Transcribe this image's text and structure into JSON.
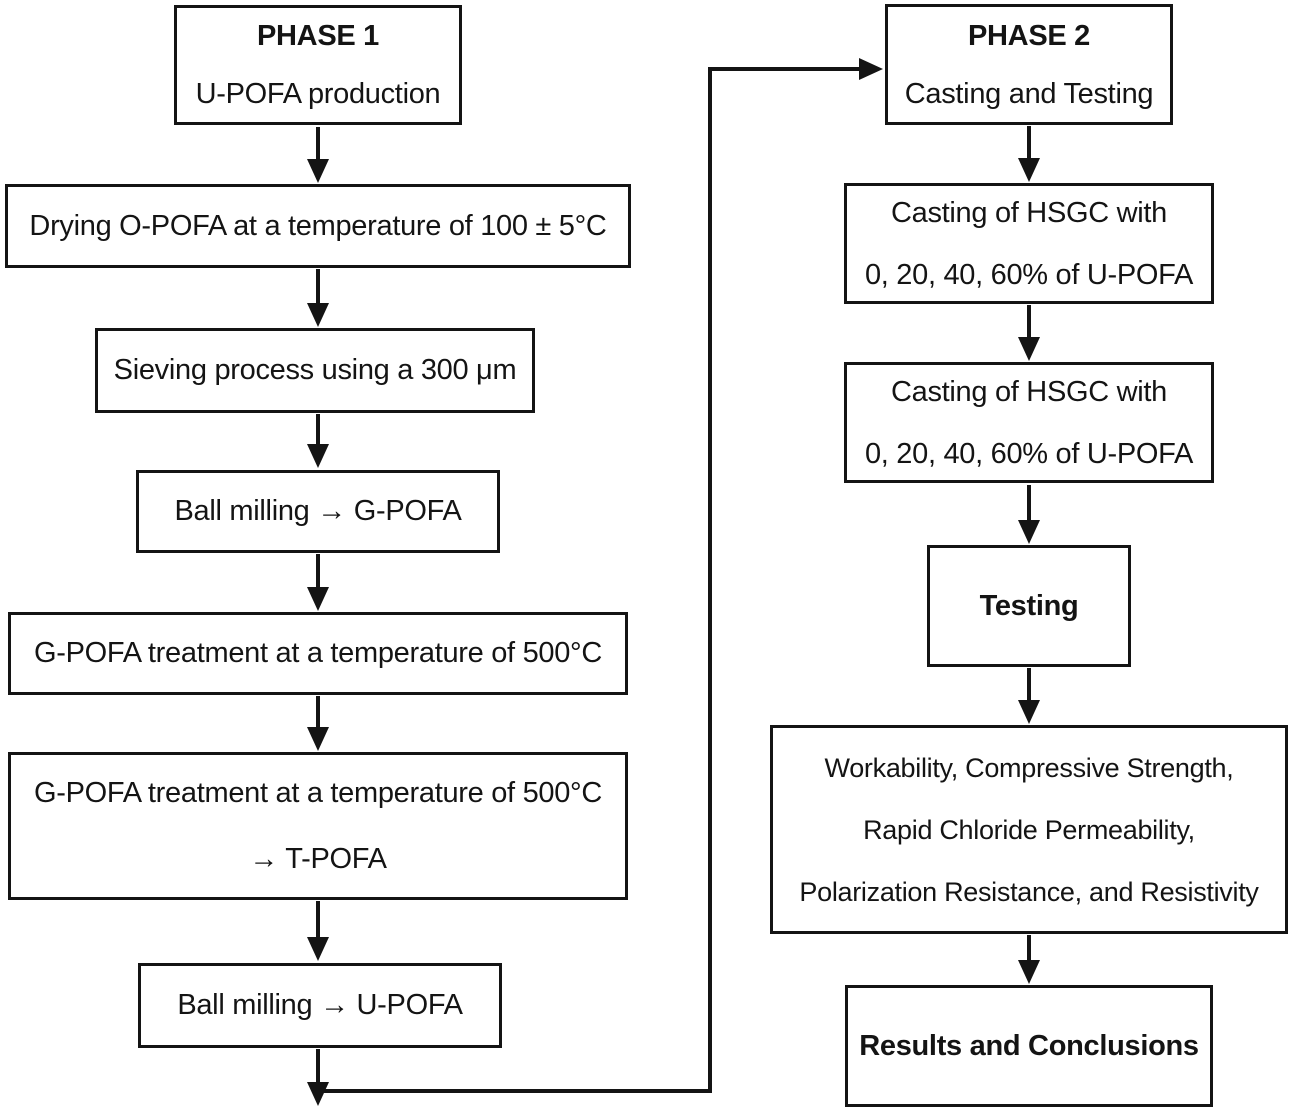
{
  "colors": {
    "ink": "#141414",
    "paper": "#ffffff"
  },
  "phase1": {
    "title": "PHASE 1",
    "subtitle": "U-POFA production",
    "steps": {
      "drying": "Drying O-POFA at a temperature of 100 ± 5°C",
      "sieving": "Sieving process using a 300 μm",
      "ball_milling_g": "Ball milling → G-POFA",
      "treatment_500": "G-POFA treatment at a temperature of 500°C",
      "treatment_tpofa_line1": "G-POFA treatment at a temperature of 500°C",
      "treatment_tpofa_line2": "→ T-POFA",
      "ball_milling_u": "Ball milling → U-POFA"
    }
  },
  "phase2": {
    "title": "PHASE 2",
    "subtitle": "Casting and Testing",
    "steps": {
      "casting1_line1": "Casting of HSGC with",
      "casting1_line2": "0, 20, 40, 60% of U-POFA",
      "casting2_line1": "Casting of HSGC with",
      "casting2_line2": "0, 20, 40, 60% of U-POFA",
      "testing": "Testing",
      "tests_line1": "Workability, Compressive Strength,",
      "tests_line2": "Rapid Chloride Permeability,",
      "tests_line3": "Polarization Resistance, and Resistivity",
      "results": "Results and Conclusions"
    }
  }
}
